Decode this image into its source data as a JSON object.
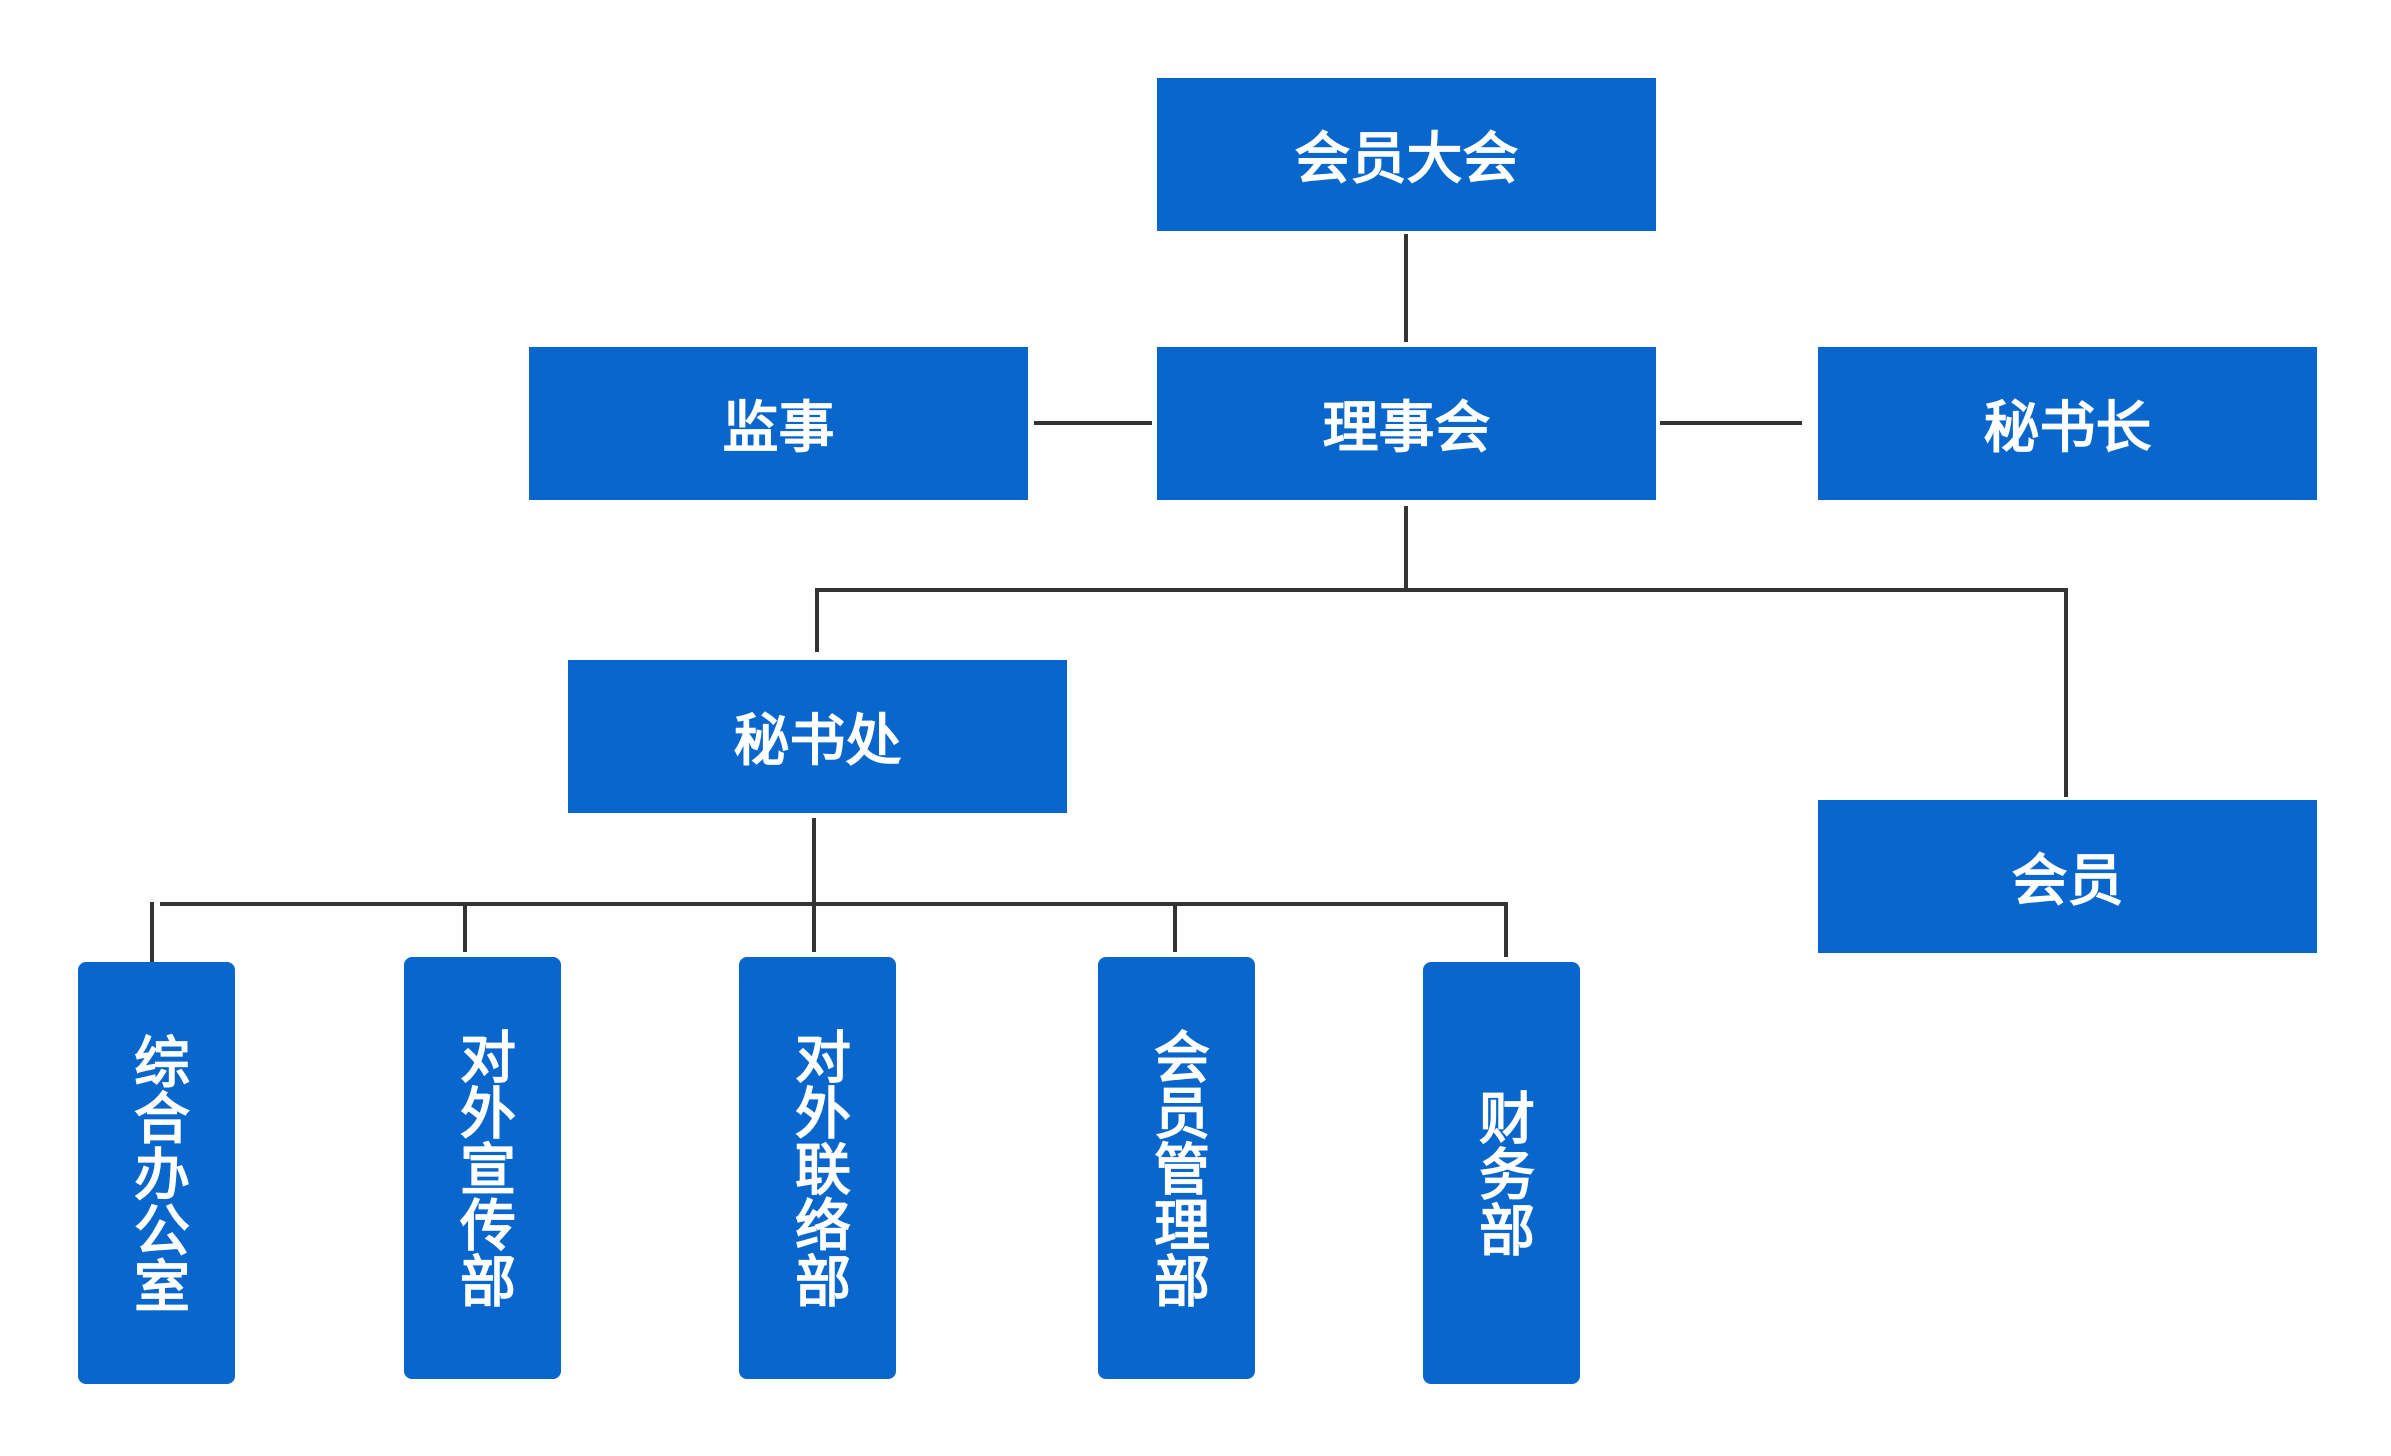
{
  "colors": {
    "node_fill": "#0866CD",
    "node_text": "#FFFFFF",
    "connector": "#333333"
  },
  "nodes": {
    "general_assembly": "会员大会",
    "supervisor": "监事",
    "council": "理事会",
    "secretary_general": "秘书长",
    "secretariat": "秘书处",
    "members": "会员",
    "general_office": "综合办公室",
    "publicity_dept": "对外宣传部",
    "liaison_dept": "对外联络部",
    "member_mgmt_dept": "会员管理部",
    "finance_dept": "财务部"
  }
}
